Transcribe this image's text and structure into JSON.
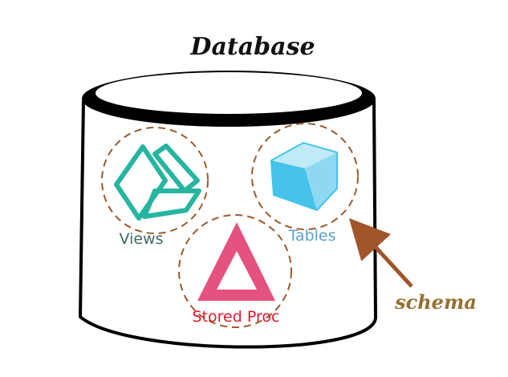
{
  "diagram": {
    "title": "Database",
    "schema_label": "schema",
    "objects": [
      {
        "label": "Views",
        "icon": "views-stacked-boxes-icon",
        "color": "#26b5a0",
        "label_color": "#3d6b63"
      },
      {
        "label": "Tables",
        "icon": "table-cube-icon",
        "color": "#45c3ea",
        "label_color": "#5da3cf"
      },
      {
        "label": "Stored Proc",
        "icon": "stored-proc-triangle-icon",
        "color": "#e4527f",
        "label_color": "#e3182d"
      }
    ],
    "colors": {
      "cylinder_stroke": "#000000",
      "dashed_circle": "#9b5a2a",
      "schema_arrow": "#a0552a",
      "schema_text": "#957030"
    }
  }
}
